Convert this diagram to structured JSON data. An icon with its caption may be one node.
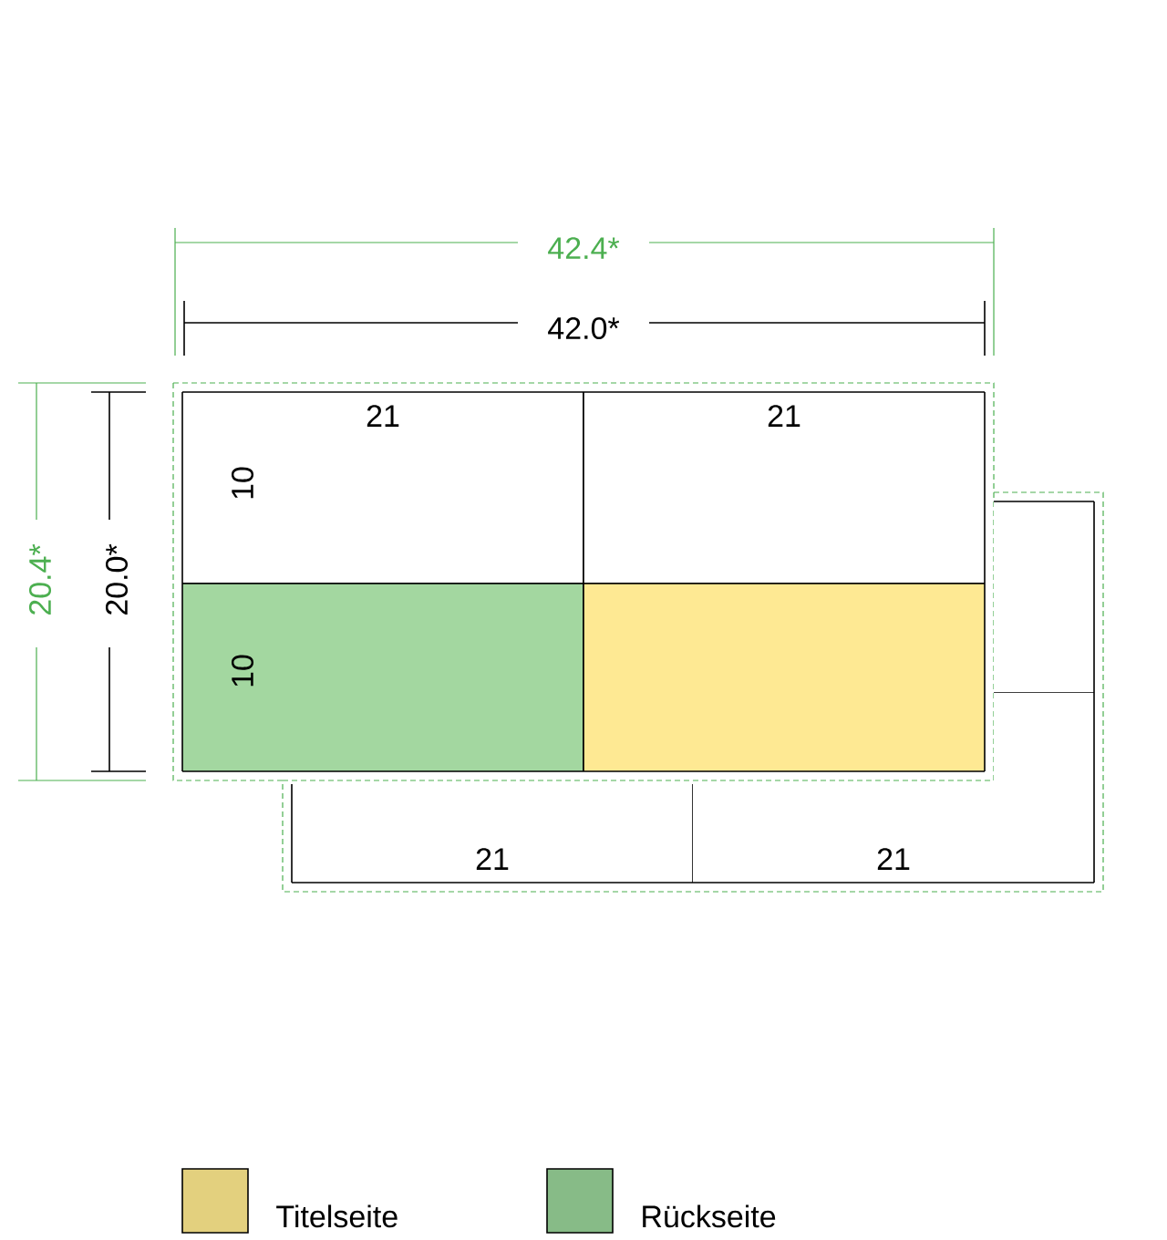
{
  "diagram": {
    "nodes": [
      {
        "text": [
          "21",
          "10"
        ]
      },
      {
        "text": [
          "21"
        ]
      },
      {
        "text": [
          "10"
        ]
      },
      {
        "text": [],
        "shape": "box"
      },
      {
        "text": [],
        "shape": "box"
      },
      {
        "text": [],
        "shape": "box"
      },
      {
        "text": [
          "21"
        ]
      },
      {
        "text": [
          "21"
        ]
      }
    ],
    "labels": [
      "42.4*",
      "42.0*",
      "20.4*",
      "20.0*"
    ],
    "legend": [
      {
        "text": "Titelseite",
        "color": "#e3d07e"
      },
      {
        "text": "Rückseite",
        "color": "#87bb87"
      }
    ]
  }
}
